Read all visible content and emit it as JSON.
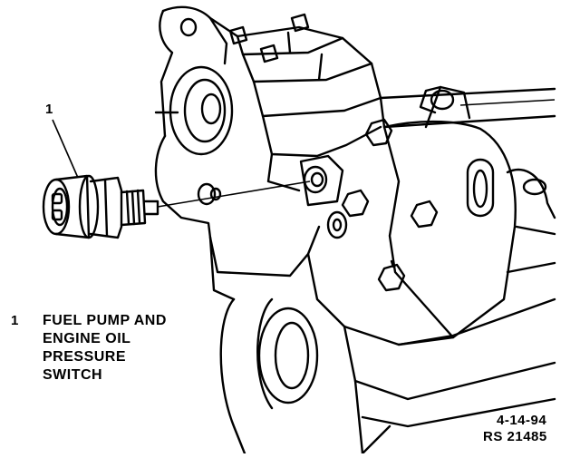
{
  "figure": {
    "callout_number": "1",
    "legend": {
      "number": "1",
      "lines": [
        "FUEL PUMP AND",
        "ENGINE OIL",
        "PRESSURE",
        "SWITCH"
      ]
    },
    "date": "4-14-94",
    "reference": "RS 21485"
  },
  "colors": {
    "ink": "#000000",
    "paper": "#ffffff"
  }
}
